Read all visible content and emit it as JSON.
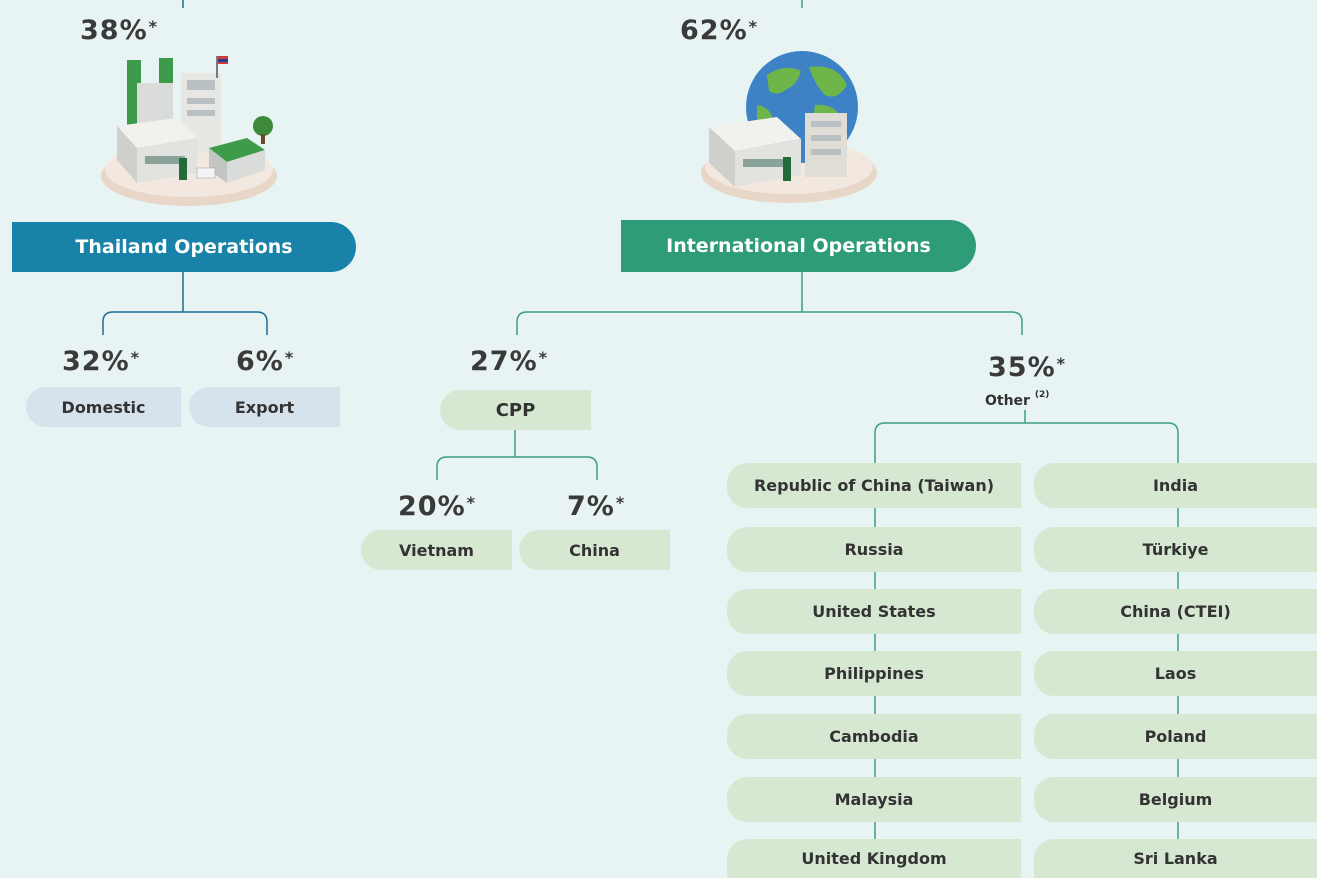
{
  "colors": {
    "thailand_banner": "#1882a8",
    "international_banner": "#2e9b79",
    "green_pill": "#d6e8d2",
    "blue_pill": "#d6e3ec",
    "connector_blue": "#1b6f95",
    "connector_green": "#3aa07d",
    "background": "#e8f4f3"
  },
  "thailand": {
    "share": "38%",
    "banner": "Thailand Operations",
    "icon": "factory-thailand-icon",
    "children": [
      {
        "share": "32%",
        "label": "Domestic"
      },
      {
        "share": "6%",
        "label": "Export"
      }
    ]
  },
  "international": {
    "share": "62%",
    "banner": "International Operations",
    "icon": "factory-globe-icon",
    "cpp": {
      "share": "27%",
      "label": "CPP",
      "children": [
        {
          "share": "20%",
          "label": "Vietnam"
        },
        {
          "share": "7%",
          "label": "China"
        }
      ]
    },
    "other": {
      "share": "35%",
      "label": "Other",
      "note": "(2)",
      "left_countries": [
        "Republic of China (Taiwan)",
        "Russia",
        "United States",
        "Philippines",
        "Cambodia",
        "Malaysia",
        "United Kingdom"
      ],
      "right_countries": [
        "India",
        "Türkiye",
        "China (CTEI)",
        "Laos",
        "Poland",
        "Belgium",
        "Sri Lanka"
      ]
    }
  },
  "asterisk": "*"
}
